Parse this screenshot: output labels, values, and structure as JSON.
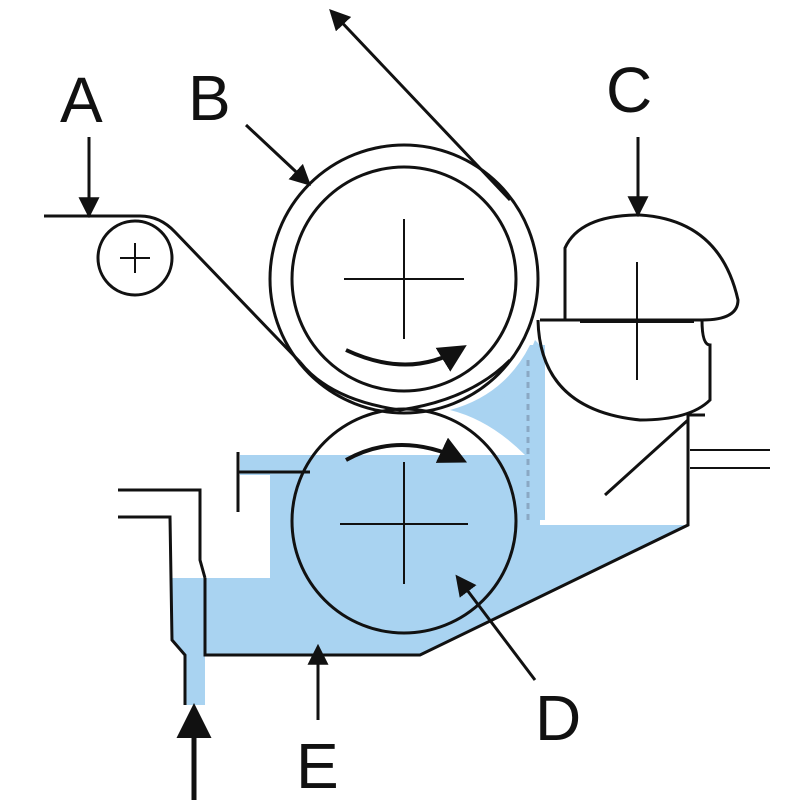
{
  "labels": {
    "a": "A",
    "b": "B",
    "c": "C",
    "d": "D",
    "e": "E"
  },
  "colors": {
    "liquid": "#a9d3f1",
    "line": "#111111",
    "background": "#ffffff",
    "dashed": "#8aa8c4"
  }
}
